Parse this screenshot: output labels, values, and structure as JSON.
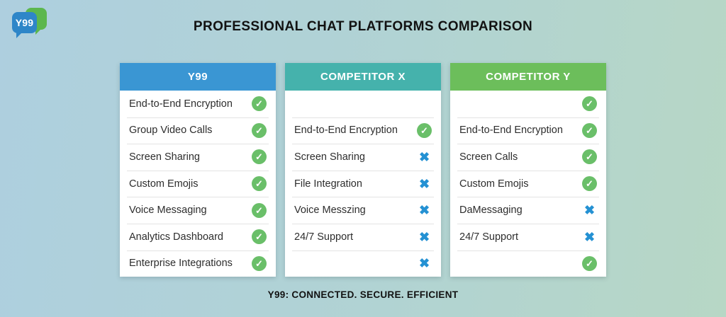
{
  "logo": {
    "text": "Y99"
  },
  "title": "PROFESSIONAL CHAT PLATFORMS COMPARISON",
  "footer": "Y99: CONNECTED. SECURE. EFFICIENT",
  "colors": {
    "y99_header": "#3a96d3",
    "competitor_x_header": "#45b2ac",
    "competitor_y_header": "#6cbe5b",
    "check_green": "#6abf69",
    "cross_blue": "#2491d3",
    "background_left": "#aecfdf",
    "background_right": "#b7d7c5"
  },
  "table": {
    "columns": [
      {
        "name": "Y99",
        "header_color": "#3a96d3",
        "rows": [
          {
            "label": "End-to-End Encryption",
            "status": "check"
          },
          {
            "label": "Group Video Calls",
            "status": "check"
          },
          {
            "label": "Screen Sharing",
            "status": "check"
          },
          {
            "label": "Custom Emojis",
            "status": "check"
          },
          {
            "label": "Voice Messaging",
            "status": "check"
          },
          {
            "label": "Analytics Dashboard",
            "status": "check"
          },
          {
            "label": "Enterprise Integrations",
            "status": "check"
          }
        ]
      },
      {
        "name": "COMPETITOR X",
        "header_color": "#45b2ac",
        "rows": [
          {
            "label": "",
            "status": "none"
          },
          {
            "label": "End-to-End Encryption",
            "status": "check"
          },
          {
            "label": "Screen Sharing",
            "status": "cross"
          },
          {
            "label": "File Integration",
            "status": "cross"
          },
          {
            "label": "Voice Messzing",
            "status": "cross"
          },
          {
            "label": "24/7 Support",
            "status": "cross"
          },
          {
            "label": "",
            "status": "cross"
          }
        ]
      },
      {
        "name": "COMPETITOR Y",
        "header_color": "#6cbe5b",
        "rows": [
          {
            "label": "",
            "status": "check"
          },
          {
            "label": "End-to-End Encryption",
            "status": "check"
          },
          {
            "label": "Screen Calls",
            "status": "check"
          },
          {
            "label": "Custom Emojis",
            "status": "check"
          },
          {
            "label": "DaMessaging",
            "status": "cross"
          },
          {
            "label": "24/7 Support",
            "status": "cross"
          },
          {
            "label": "",
            "status": "check"
          }
        ]
      }
    ]
  },
  "chart_data": {
    "type": "table",
    "title": "PROFESSIONAL CHAT PLATFORMS COMPARISON",
    "subtitle": "Y99: CONNECTED. SECURE. EFFICIENT",
    "columns": [
      "Y99",
      "COMPETITOR X",
      "COMPETITOR Y"
    ],
    "per_column_features": {
      "Y99": [
        [
          "End-to-End Encryption",
          true
        ],
        [
          "Group Video Calls",
          true
        ],
        [
          "Screen Sharing",
          true
        ],
        [
          "Custom Emojis",
          true
        ],
        [
          "Voice Messaging",
          true
        ],
        [
          "Analytics Dashboard",
          true
        ],
        [
          "Enterprise Integrations",
          true
        ]
      ],
      "COMPETITOR X": [
        [
          "",
          null
        ],
        [
          "End-to-End Encryption",
          true
        ],
        [
          "Screen Sharing",
          false
        ],
        [
          "File Integration",
          false
        ],
        [
          "Voice Messzing",
          false
        ],
        [
          "24/7 Support",
          false
        ],
        [
          "",
          false
        ]
      ],
      "COMPETITOR Y": [
        [
          "",
          true
        ],
        [
          "End-to-End Encryption",
          true
        ],
        [
          "Screen Calls",
          true
        ],
        [
          "Custom Emojis",
          true
        ],
        [
          "DaMessaging",
          false
        ],
        [
          "24/7 Support",
          false
        ],
        [
          "",
          true
        ]
      ]
    },
    "legend": {
      "check": "feature available (green check)",
      "cross": "feature missing (blue x)"
    }
  }
}
